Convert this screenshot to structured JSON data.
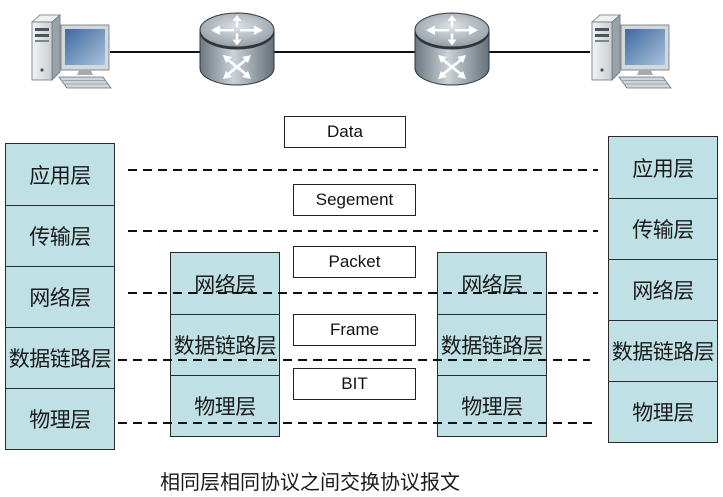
{
  "devices": [
    "pc-icon",
    "router-icon",
    "router-icon",
    "pc-icon"
  ],
  "stacks": {
    "host_left": [
      "应用层",
      "传输层",
      "网络层",
      "数据链路层",
      "物理层"
    ],
    "router_left": [
      "网络层",
      "数据链路层",
      "物理层"
    ],
    "router_right": [
      "网络层",
      "数据链路层",
      "物理层"
    ],
    "host_right": [
      "应用层",
      "传输层",
      "网络层",
      "数据链路层",
      "物理层"
    ]
  },
  "pdu_labels": [
    "Data",
    "Segement",
    "Packet",
    "Frame",
    "BIT"
  ],
  "caption": "相同层相同协议之间交换协议报文",
  "colors": {
    "layer_fill": "#bfe1e5",
    "border": "#2b2b2b",
    "line": "#111111",
    "label_fill": "#ffffff"
  }
}
